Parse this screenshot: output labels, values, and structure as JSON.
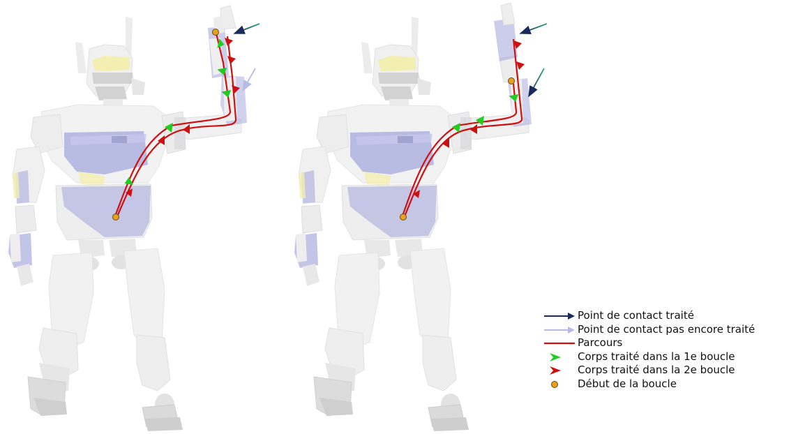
{
  "legend": {
    "items": [
      {
        "key": "contact-treated",
        "label": "Point de contact traité",
        "symbol": "arrow",
        "color": "#1b2a5c"
      },
      {
        "key": "contact-pending",
        "label": "Point de contact pas encore traité",
        "symbol": "arrow",
        "color": "#b8bce4"
      },
      {
        "key": "path",
        "label": "Parcours",
        "symbol": "line",
        "color": "#d01010"
      },
      {
        "key": "body-loop-1",
        "label": "Corps traité dans la 1e boucle",
        "symbol": "arrowhead",
        "color": "#22cc22"
      },
      {
        "key": "body-loop-2",
        "label": "Corps traité dans la 2e boucle",
        "symbol": "arrowhead",
        "color": "#cc1010"
      },
      {
        "key": "loop-start",
        "label": "Début de la boucle",
        "symbol": "dot",
        "color": "#e8a020"
      }
    ]
  },
  "colors": {
    "robot_body": "#f1f1f1",
    "robot_outline": "#e2e2e2",
    "robot_accent": "#a8acde",
    "robot_yellow": "#f3efb0",
    "robot_dark": "#c9c9cd"
  }
}
